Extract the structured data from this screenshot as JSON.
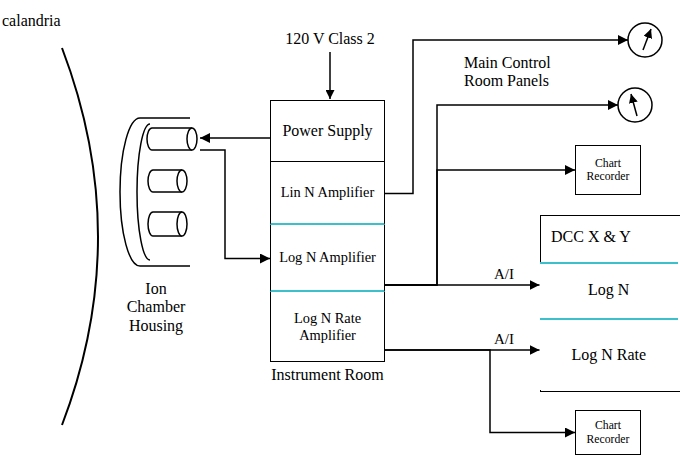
{
  "diagram": {
    "nodes": [
      {
        "text": [
          "Ion Chamber Housing"
        ]
      },
      {
        "text": [
          "Instrument Room"
        ]
      },
      {
        "text": [
          "Power Supply"
        ],
        "in": 1
      },
      {
        "text": [
          "Lin N Amplifier"
        ],
        "in": 1
      },
      {
        "text": [
          "Log N Amplifier"
        ],
        "in": 1
      },
      {
        "text": [
          "Log N Rate Amplifier"
        ],
        "in": 1
      },
      {
        "text": [
          "Main Control Room Panels"
        ]
      },
      {
        "text": [
          "Chart Recorder"
        ]
      },
      {
        "text": [
          "DCC X & Y"
        ]
      },
      {
        "text": [
          "Log N"
        ],
        "in": 8
      },
      {
        "text": [
          "Log N Rate"
        ],
        "in": 8
      },
      {
        "text": [
          "Chart Recorder"
        ]
      }
    ],
    "edges": [
      {
        "from": 2,
        "to": 0,
        "arrow": "to"
      },
      {
        "from": 0,
        "to": 4,
        "arrow": "to"
      },
      {
        "from": 3,
        "to": 6,
        "arrow": "to"
      },
      {
        "from": 4,
        "to": 6,
        "arrow": "to"
      },
      {
        "from": 4,
        "to": 7,
        "arrow": "to"
      },
      {
        "from": 4,
        "to": 9,
        "label": "A/I",
        "arrow": "to"
      },
      {
        "from": 5,
        "to": 10,
        "label": "A/I",
        "arrow": "to"
      },
      {
        "from": 5,
        "to": 11,
        "arrow": "to"
      }
    ],
    "labels": [
      "calandria",
      "120 V Class 2"
    ]
  }
}
